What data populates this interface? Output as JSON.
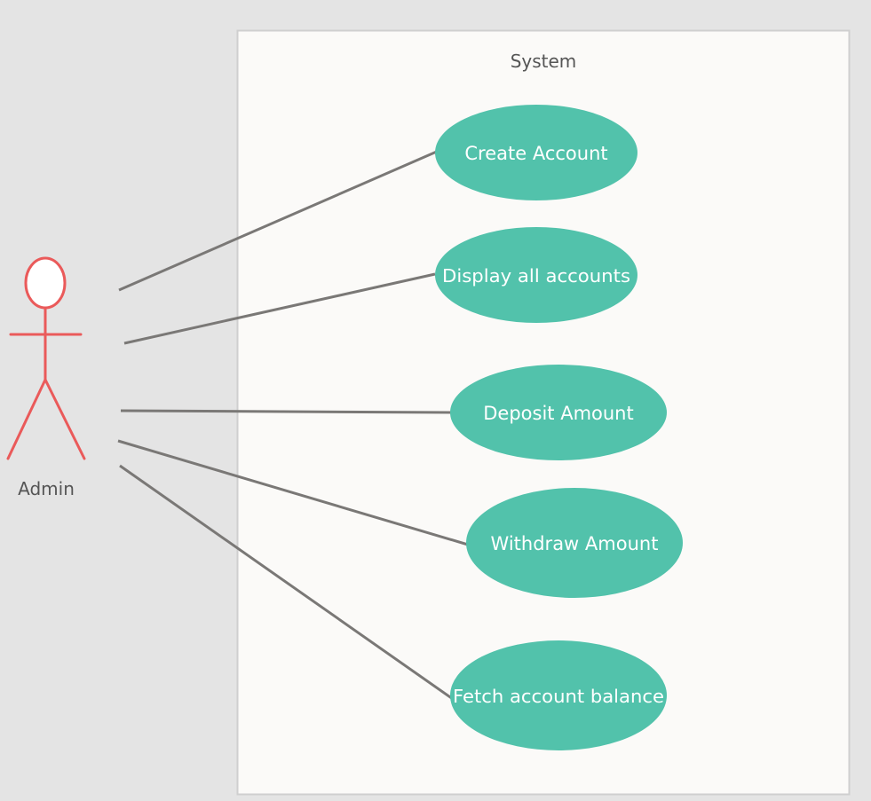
{
  "diagram": {
    "type": "use-case",
    "system": {
      "label": "System"
    },
    "actor": {
      "label": "Admin",
      "icon": "stick-figure-actor-icon"
    },
    "use_cases": [
      {
        "id": "create-account",
        "label": "Create Account"
      },
      {
        "id": "display-all-accounts",
        "label": "Display all accounts"
      },
      {
        "id": "deposit-amount",
        "label": "Deposit Amount"
      },
      {
        "id": "withdraw-amount",
        "label": "Withdraw Amount"
      },
      {
        "id": "fetch-account-balance",
        "label": "Fetch account balance"
      }
    ],
    "associations": [
      {
        "from": "Admin",
        "to": "Create Account"
      },
      {
        "from": "Admin",
        "to": "Display all accounts"
      },
      {
        "from": "Admin",
        "to": "Deposit Amount"
      },
      {
        "from": "Admin",
        "to": "Withdraw Amount"
      },
      {
        "from": "Admin",
        "to": "Fetch account balance"
      }
    ]
  },
  "colors": {
    "background": "#e4e4e4",
    "system_fill": "#fbfaf8",
    "system_border": "#cfcfcf",
    "use_case_fill": "#52c2ab",
    "use_case_text": "#ffffff",
    "actor_stroke": "#ea5a5a",
    "association_line": "#7a7876",
    "label_text": "#555555"
  }
}
